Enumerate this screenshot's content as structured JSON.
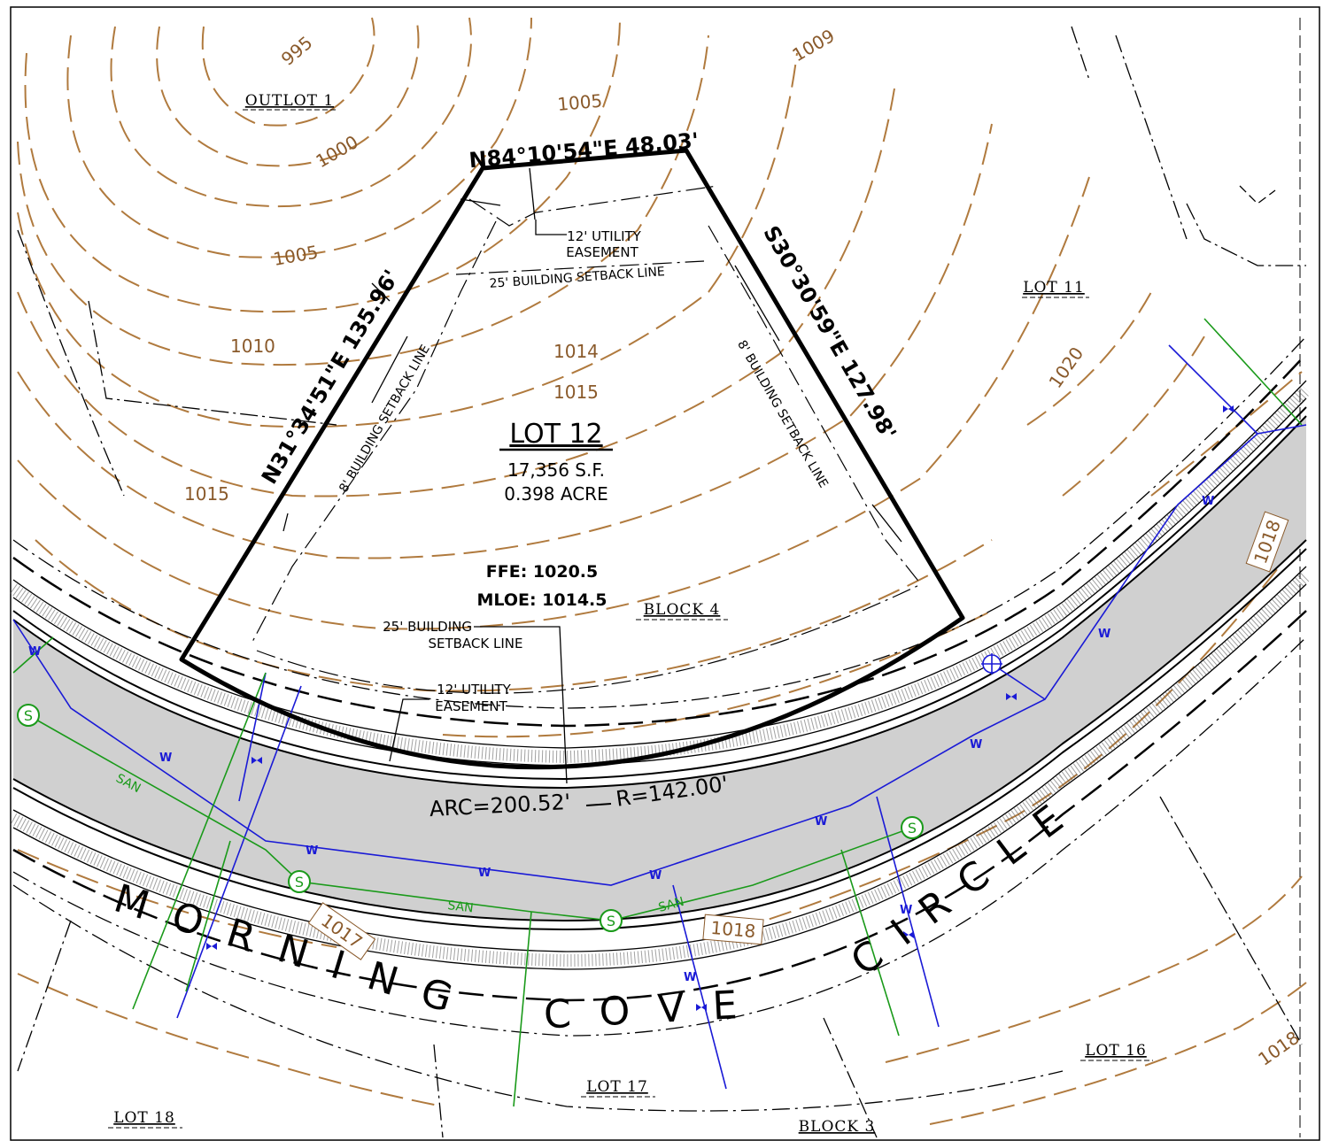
{
  "lot": {
    "name": "LOT 12",
    "area_sf": "17,356 S.F.",
    "area_acre": "0.398 ACRE",
    "ffe": "FFE: 1020.5",
    "mloe": "MLOE: 1014.5"
  },
  "bearings": {
    "north": "N84°10'54\"E 48.03'",
    "west": "N31°34'51\"E 135.96'",
    "east": "S30°30'59\"E 127.98'",
    "arc": "ARC=200.52'",
    "radius": "R=142.00'"
  },
  "callouts": {
    "utility_top_1": "12' UTILITY",
    "utility_top_2": "EASEMENT",
    "setback_top": "25' BUILDING SETBACK LINE",
    "setback_left": "8' BUILDING SETBACK LINE",
    "setback_right": "8' BUILDING SETBACK LINE",
    "setback_front_1": "25' BUILDING",
    "setback_front_2": "SETBACK LINE",
    "utility_front_1": "12' UTILITY",
    "utility_front_2": "EASEMENT"
  },
  "neighbors": {
    "outlot_1": "OUTLOT 1",
    "lot_11": "LOT 11",
    "block_4": "BLOCK 4",
    "lot_16": "LOT 16",
    "lot_17": "LOT 17",
    "lot_18": "LOT 18",
    "block_3": "BLOCK 3"
  },
  "street": {
    "w1": "MORNING",
    "w2": "COVE",
    "w3": "CIRCLE"
  },
  "contours": {
    "c995": "995",
    "c1000": "1000",
    "c1005a": "1005",
    "c1005b": "1005",
    "c1009": "1009",
    "c1010": "1010",
    "c1014": "1014",
    "c1015a": "1015",
    "c1015b": "1015",
    "c1017": "1017",
    "c1018a": "1018",
    "c1018b": "1018",
    "c1018c": "1018",
    "c1020": "1020"
  },
  "utilities": {
    "water": "W",
    "sanitary": "SAN",
    "manhole": "S"
  },
  "colors": {
    "boundary": "#000000",
    "contour": "#b07a3e",
    "water": "#1a1ad6",
    "sanitary": "#1a9a1a",
    "pavement": "#d0d0d0"
  }
}
